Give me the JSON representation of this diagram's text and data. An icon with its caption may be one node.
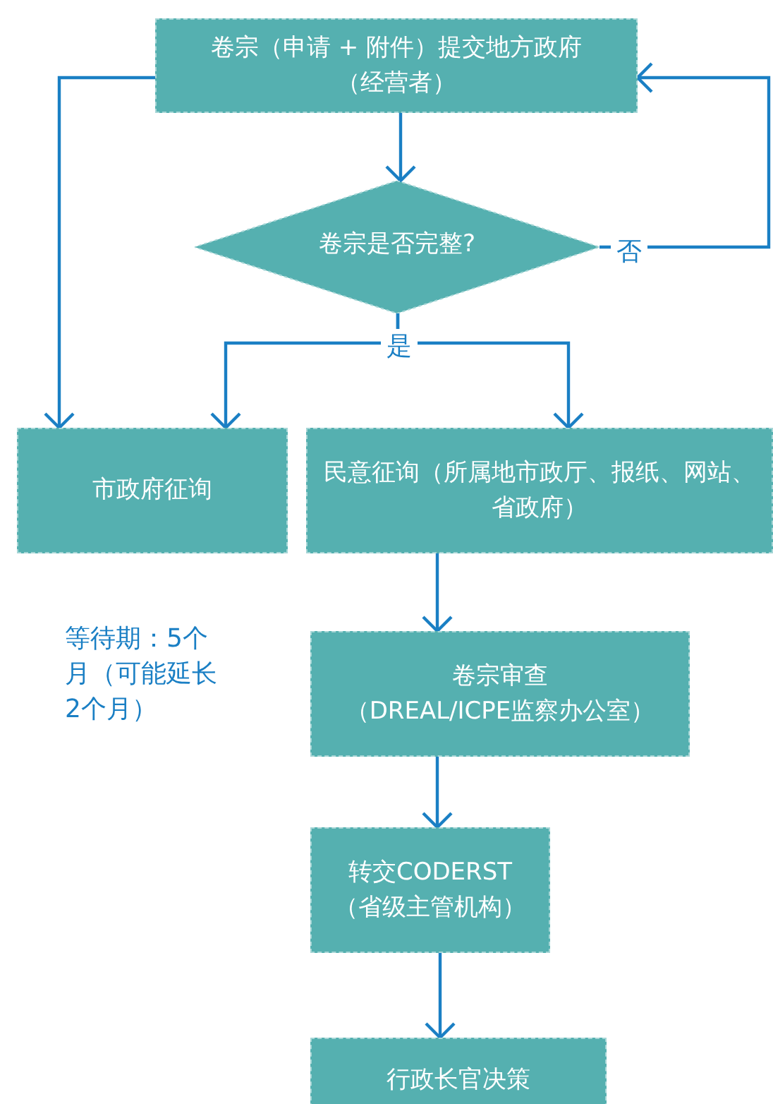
{
  "diagram": {
    "nodes": [
      {
        "text": [
          "卷宗（申请 + 附件）提交地方政府（经营者）"
        ]
      },
      {
        "text": [
          "卷宗是否完整?"
        ]
      },
      {
        "text": [
          "市政府征询"
        ]
      },
      {
        "text": [
          "民意征询（所属地市政厅、报纸、网站、省政府）"
        ]
      },
      {
        "text": [
          "卷宗审查（DREAL/ICPE监察办公室）"
        ]
      },
      {
        "text": [
          "转交CODERST（省级主管机构）"
        ]
      },
      {
        "text": [
          "行政长官决策"
        ]
      }
    ],
    "edges": [
      {
        "from": 0,
        "to": 1,
        "arrow": "to"
      },
      {
        "from": 1,
        "to": 0,
        "arrow": "to",
        "label": "否"
      },
      {
        "from": 0,
        "to": 2,
        "arrow": "to"
      },
      {
        "from": 1,
        "to": 2,
        "arrow": "to",
        "label": "是"
      },
      {
        "from": 1,
        "to": 3,
        "arrow": "to"
      },
      {
        "from": 3,
        "to": 4,
        "arrow": "to"
      },
      {
        "from": 4,
        "to": 5,
        "arrow": "to"
      },
      {
        "from": 5,
        "to": 6,
        "arrow": "to"
      }
    ],
    "labels": [
      "等待期：5个月（可能延长2个月）"
    ]
  }
}
